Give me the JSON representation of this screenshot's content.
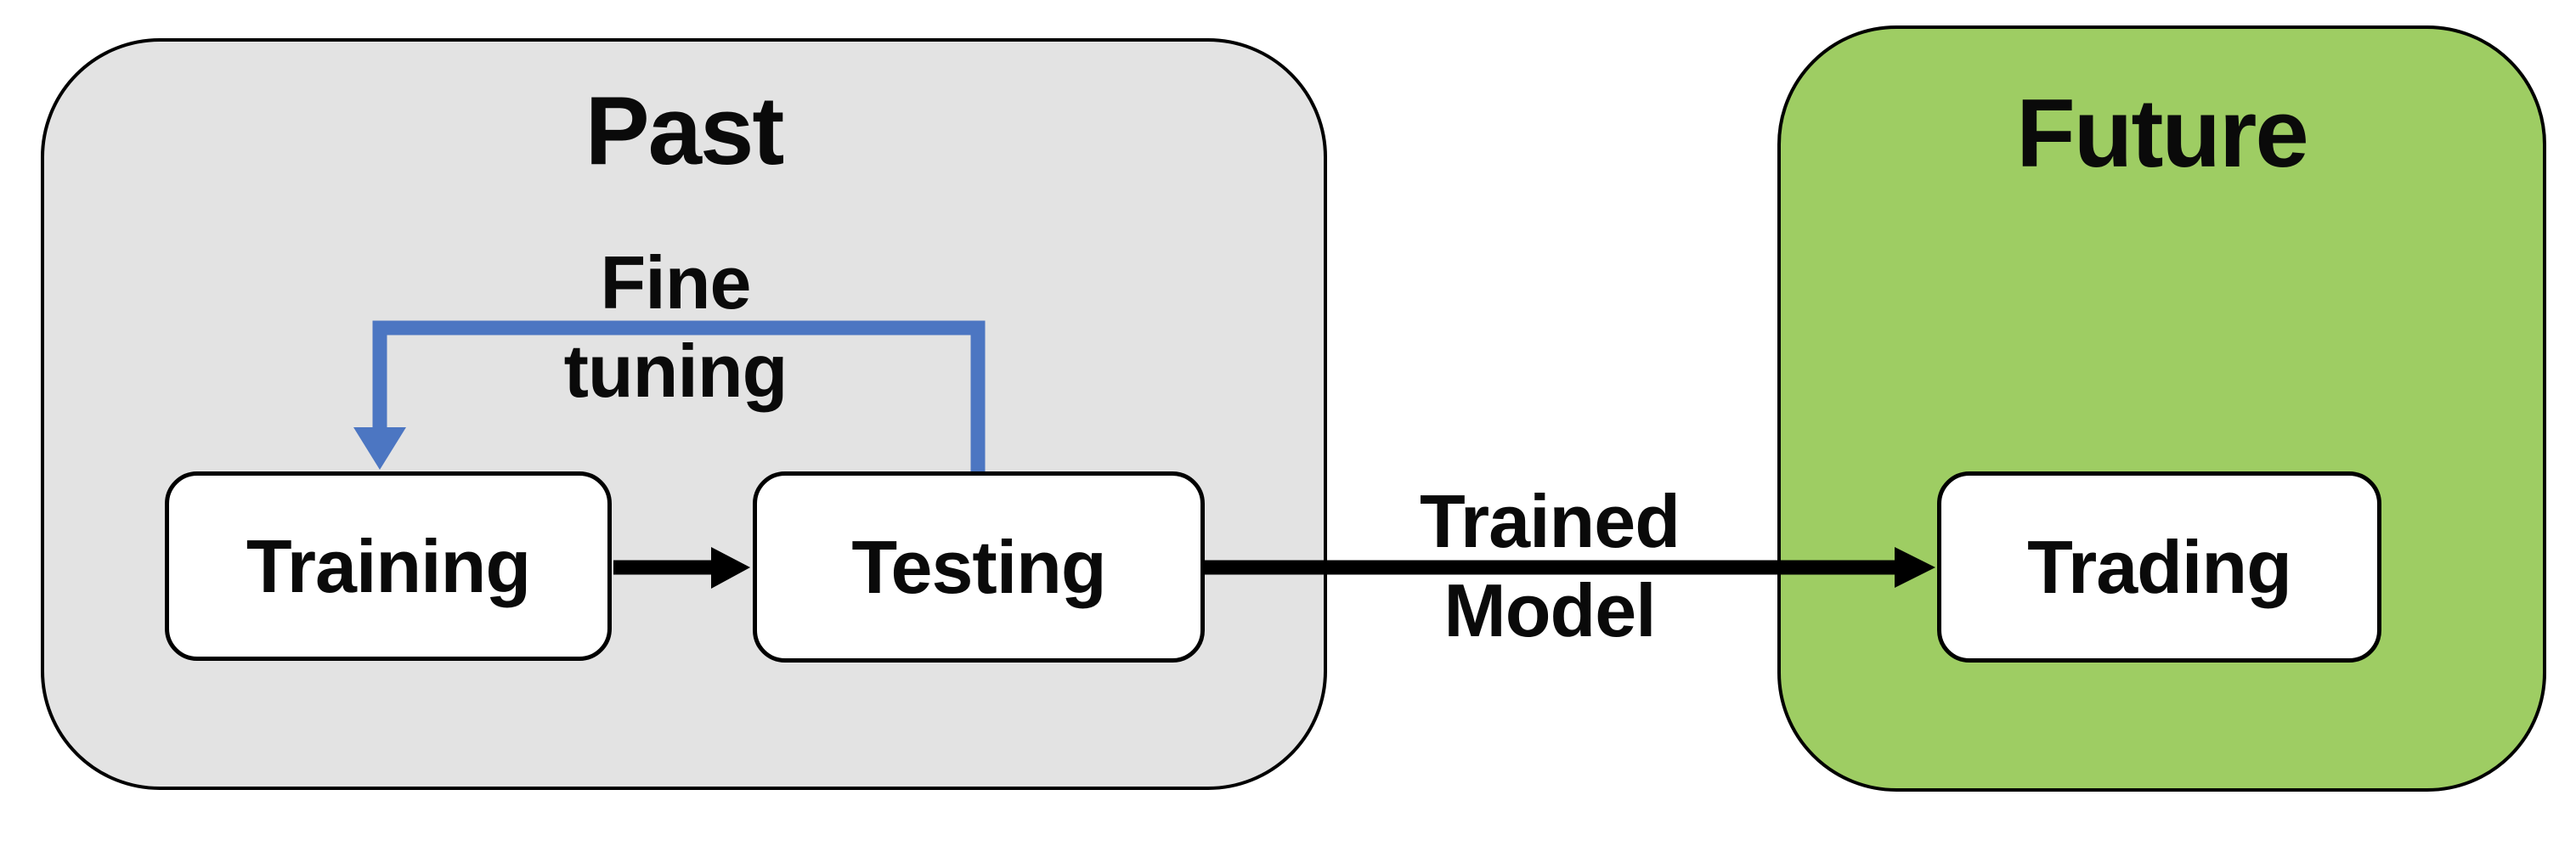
{
  "containers": {
    "past": {
      "title": "Past"
    },
    "future": {
      "title": "Future"
    }
  },
  "nodes": {
    "training": {
      "label": "Training"
    },
    "testing": {
      "label": "Testing"
    },
    "trading": {
      "label": "Trading"
    }
  },
  "arrows": {
    "training_to_testing": {
      "from": "Training",
      "to": "Testing"
    },
    "testing_to_trading": {
      "from": "Testing",
      "to": "Trading",
      "label_lines": [
        "Trained",
        "Model"
      ]
    },
    "testing_to_training_feedback": {
      "from": "Testing",
      "to": "Training",
      "label_lines": [
        "Fine",
        "tuning"
      ]
    }
  },
  "colors": {
    "background": "#ffffff",
    "past_fill": "#e3e3e3",
    "future_fill": "#9ecd63",
    "node_fill": "#ffffff",
    "border": "#000000",
    "text": "#0a0a0a",
    "arrow_black": "#000000",
    "arrow_blue": "#4c76c2"
  }
}
